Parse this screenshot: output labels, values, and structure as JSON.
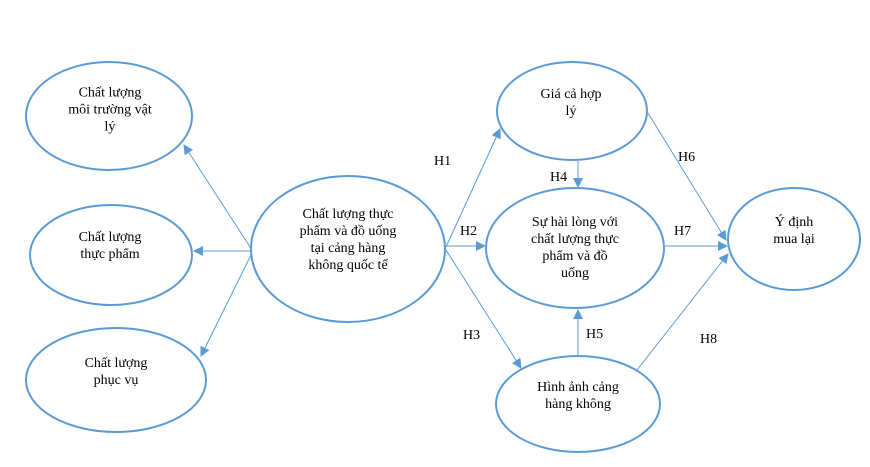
{
  "colors": {
    "stroke": "#5b9bd5",
    "text": "#000000"
  },
  "nodes": {
    "physical_env": {
      "lines": [
        "Chất lượng",
        "môi trường vật",
        "lý"
      ]
    },
    "food_quality": {
      "lines": [
        "Chất lượng",
        "thực phẩm"
      ]
    },
    "service_quality": {
      "lines": [
        "Chất lượng",
        "phục vụ"
      ]
    },
    "fnb_quality": {
      "lines": [
        "Chất lượng thực",
        "phẩm và đồ uống",
        "tại cảng hàng",
        "không quốc tế"
      ]
    },
    "fair_price": {
      "lines": [
        "Giá cả hợp",
        "lý"
      ]
    },
    "satisfaction": {
      "lines": [
        "Sự hài lòng với",
        "chất lượng thực",
        "phẩm và đồ",
        "uống"
      ]
    },
    "airport_image": {
      "lines": [
        "Hình ảnh cảng",
        "hàng không"
      ]
    },
    "repurchase": {
      "lines": [
        "Ý định",
        "mua lại"
      ]
    }
  },
  "hypotheses": [
    "H1",
    "H2",
    "H3",
    "H4",
    "H5",
    "H6",
    "H7",
    "H8"
  ]
}
